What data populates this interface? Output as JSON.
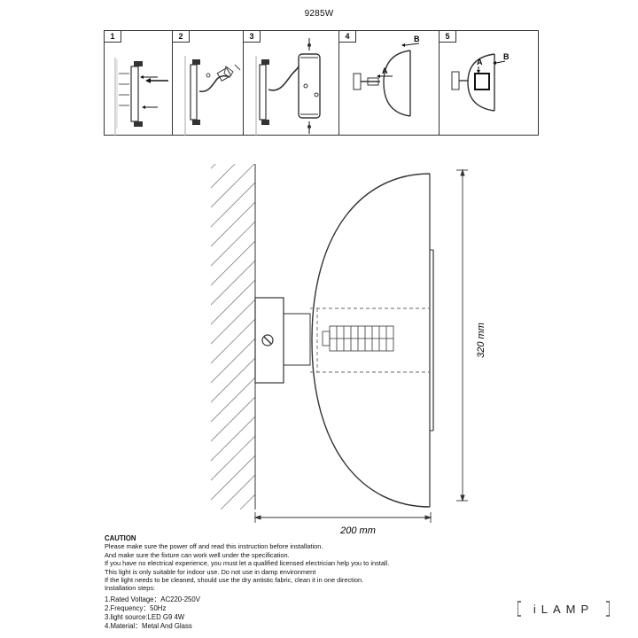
{
  "model": "9285W",
  "steps": [
    {
      "num": "1"
    },
    {
      "num": "2"
    },
    {
      "num": "3"
    },
    {
      "num": "4",
      "labels": [
        "B",
        "A"
      ]
    },
    {
      "num": "5",
      "labels": [
        "A",
        "B"
      ]
    }
  ],
  "dimensions": {
    "height_label": "320 mm",
    "width_label": "200 mm"
  },
  "instructions": {
    "title": "CAUTION",
    "lines": [
      "Please make sure the power off and read this instruction before installation.",
      "And make sure the fixture can work well under the specification.",
      "If you have no electrical experience, you must let a qualified licensed electrician help you to install.",
      "This light is only suitable for indoor use. Do not use in damp environment",
      "If the light needs to be cleaned, should use the dry antistic fabric, clean it in one direction.",
      "Installation steps:"
    ],
    "specs": [
      "1.Rated Voltage：AC220-250V",
      "2.Frequency：50Hz",
      "3.light source:LED  G9 4W",
      "4.Material：Metal And Glass"
    ]
  },
  "brand": {
    "logo_text": "iLAMP"
  }
}
